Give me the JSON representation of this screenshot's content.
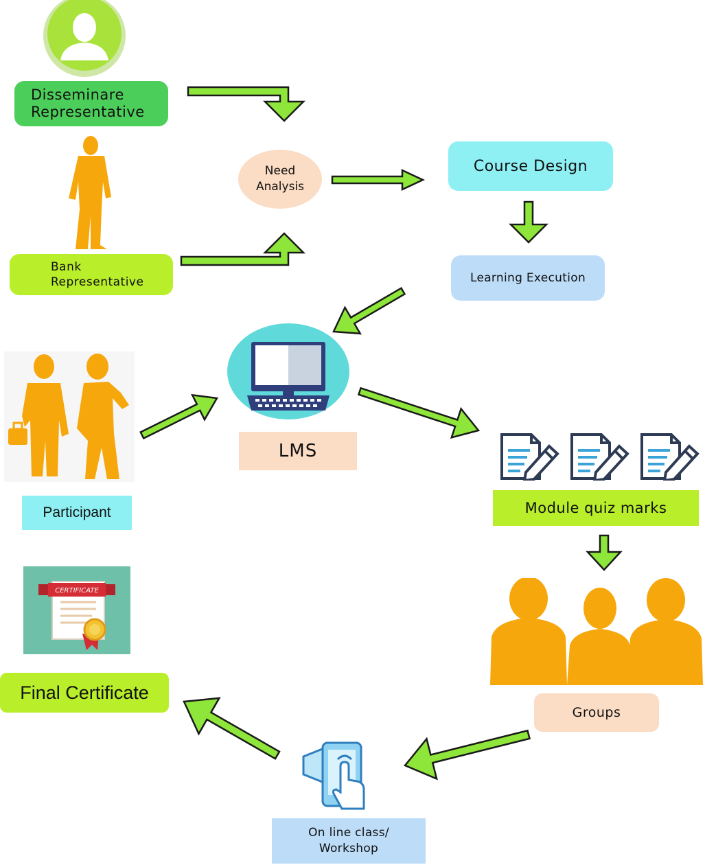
{
  "nodes": {
    "disseminare": {
      "text": "Disseminare\nRepresentative",
      "color": "#4ccf5a"
    },
    "bank": {
      "text": "Bank\nRepresentative",
      "color": "#b8ee2a"
    },
    "need_analysis": {
      "text": "Need\nAnalysis",
      "color": "#fbdcc4"
    },
    "course_design": {
      "text": "Course Design",
      "color": "#8ff0f4"
    },
    "learning_execution": {
      "text": "Learning Execution",
      "color": "#bcdcf8"
    },
    "lms": {
      "text": "LMS",
      "color": "#fbdcc4"
    },
    "participant": {
      "text": "Participant",
      "color": "#8ff0f4"
    },
    "module_quiz": {
      "text": "Module quiz marks",
      "color": "#b8ee2a"
    },
    "groups": {
      "text": "Groups",
      "color": "#fbdcc4"
    },
    "online_class": {
      "text": "On line class/\nWorkshop",
      "color": "#bcdcf8"
    },
    "final_certificate": {
      "text": "Final Certificate",
      "color": "#b8ee2a"
    }
  },
  "certificate_seal_text": "CERTIFICATE",
  "icons": [
    "user-avatar-icon",
    "person-silhouette-icon",
    "business-people-icon",
    "computer-monitor-icon",
    "quiz-sheet-icon",
    "group-people-icon",
    "touch-screen-icon",
    "certificate-icon"
  ],
  "colors": {
    "arrow_fill": "#8ee63a",
    "arrow_stroke": "#1a1a1a",
    "silhouette": "#f6a70c"
  }
}
